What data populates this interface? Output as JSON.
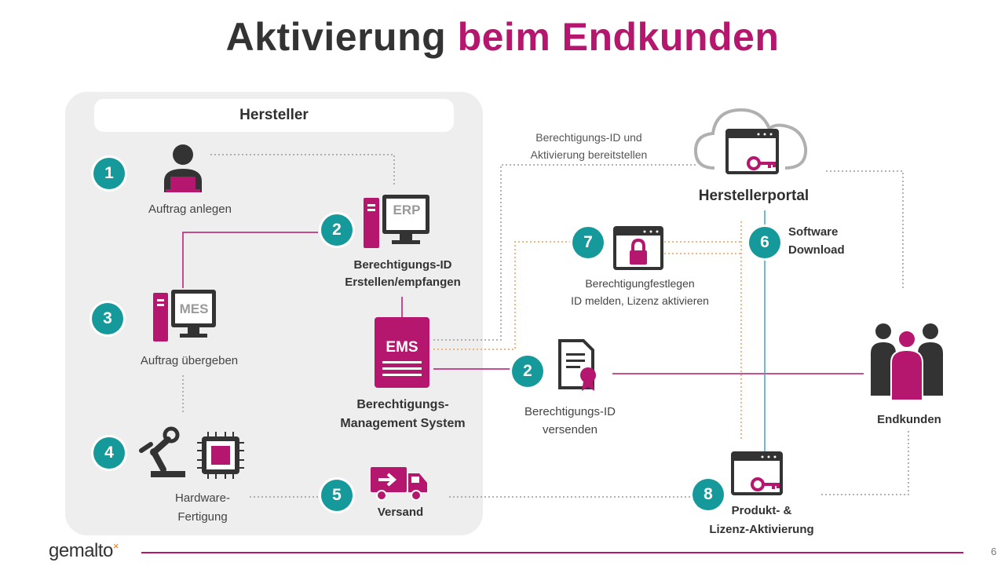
{
  "title": {
    "part1": "Aktivierung",
    "part2": "beim Endkunden"
  },
  "panel": {
    "header": "Hersteller"
  },
  "steps": {
    "s1": {
      "num": "1",
      "label": "Auftrag anlegen"
    },
    "s2": {
      "num": "2",
      "line1": "Berechtigungs-ID",
      "line2": "Erstellen/empfangen",
      "icon_text": "ERP"
    },
    "s3": {
      "num": "3",
      "label": "Auftrag übergeben",
      "icon_text": "MES"
    },
    "s4": {
      "num": "4",
      "line1": "Hardware-",
      "line2": "Fertigung"
    },
    "s5": {
      "num": "5",
      "label": "Versand"
    },
    "ems": {
      "icon_text": "EMS",
      "line1": "Berechtigungs-",
      "line2": "Management System"
    },
    "s2b": {
      "num": "2",
      "line1": "Berechtigungs-ID",
      "line2": "versenden"
    },
    "s6": {
      "num": "6",
      "line1": "Software",
      "line2": "Download"
    },
    "s7": {
      "num": "7",
      "line1": "Berechtigungfestlegen",
      "line2": "ID melden, Lizenz aktivieren"
    },
    "s8": {
      "num": "8",
      "line1": "Produkt- &",
      "line2": "Lizenz-Aktivierung"
    }
  },
  "portal": {
    "label": "Herstellerportal",
    "note_line1": "Berechtigungs-ID und",
    "note_line2": "Aktivierung bereitstellen"
  },
  "customer": {
    "label": "Endkunden"
  },
  "footer": {
    "logo": "gemalto",
    "logo_mark": "×",
    "page": "6"
  },
  "colors": {
    "accent": "#b5176f",
    "teal": "#16999a",
    "dark": "#333333",
    "panel": "#eeeeef",
    "orange": "#e8a15a",
    "blue": "#3aa6c9"
  }
}
